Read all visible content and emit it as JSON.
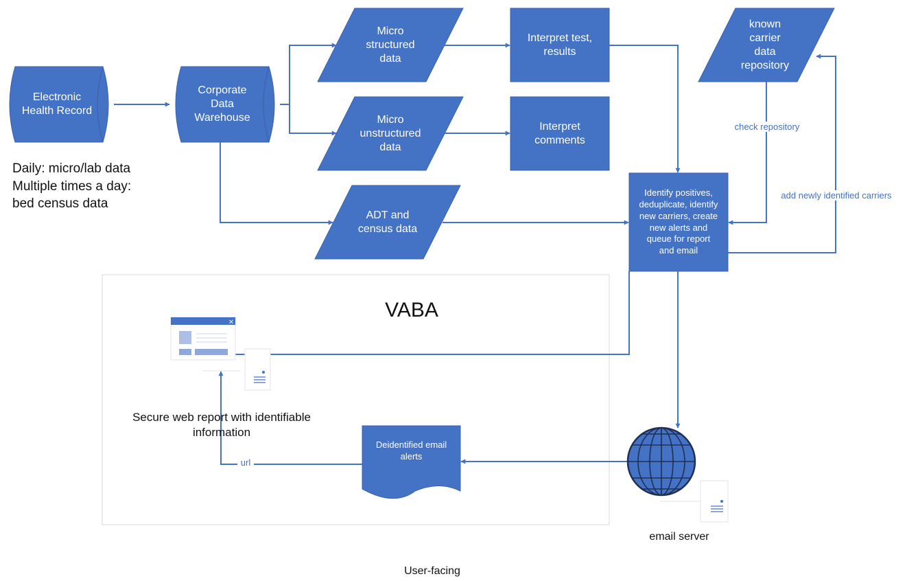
{
  "diagram": {
    "colors": {
      "fill": "#4472c4",
      "stroke": "#3b63ab",
      "line": "#4472c4",
      "frame": "#d9d9d9",
      "text_on_fill": "#ffffff"
    },
    "nodes": {
      "ehr": "Electronic\nHealth Record",
      "cdw": "Corporate\nData\nWarehouse",
      "micro_structured": "Micro\nstructured\ndata",
      "micro_unstructured": "Micro\nunstructured\ndata",
      "adt": "ADT and\ncensus data",
      "interpret_tests": "Interpret test,\nresults",
      "interpret_comments": "Interpret\ncomments",
      "known_carrier": "known\ncarrier\ndata\nrepository",
      "identify": "Identify positives,\ndeduplicate, identify\nnew carriers, create\nnew alerts and\nqueue for report\nand email",
      "email_alerts": "Deidentified email\nalerts"
    },
    "edge_labels": {
      "check_repository": "check repository",
      "add_carriers": "add newly identified carriers",
      "url": "url"
    },
    "notes": {
      "schedule": "Daily: micro/lab data\nMultiple times a day:\nbed census data",
      "vaba": "VABA",
      "web_report": "Secure web report with identifiable\ninformation",
      "email_server": "email server",
      "user_facing": "User-facing"
    },
    "icons": [
      "web-report-window-icon",
      "document-icon",
      "globe-icon"
    ]
  }
}
